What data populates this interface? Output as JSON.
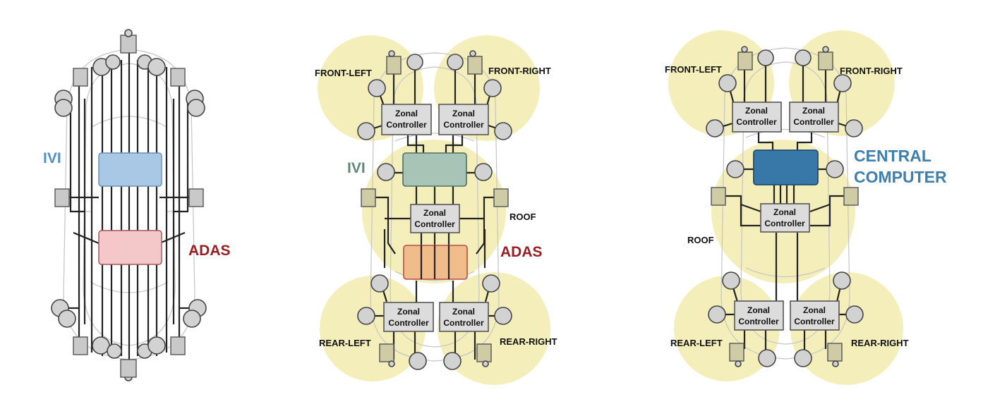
{
  "diagram": {
    "panel_left": {
      "ivi_label": "IVI",
      "adas_label": "ADAS",
      "colors": {
        "ivi": "#a9c8e6",
        "adas": "#f4c7c9"
      }
    },
    "panel_middle": {
      "ivi_label": "IVI",
      "adas_label": "ADAS",
      "front_left": "FRONT-LEFT",
      "front_right": "FRONT-RIGHT",
      "roof": "ROOF",
      "rear_left": "REAR-LEFT",
      "rear_right": "REAR-RIGHT",
      "zc_line1": "Zonal",
      "zc_line2": "Controller",
      "colors": {
        "ivi": "#a7c4b7",
        "adas": "#f0bd8a",
        "zone": "#f3eeb4"
      }
    },
    "panel_right": {
      "central_line1": "CENTRAL",
      "central_line2": "COMPUTER",
      "front_left": "FRONT-LEFT",
      "front_right": "FRONT-RIGHT",
      "roof": "ROOF",
      "rear_left": "REAR-LEFT",
      "rear_right": "REAR-RIGHT",
      "zc_line1": "Zonal",
      "zc_line2": "Controller",
      "colors": {
        "central": "#3878a8",
        "zone": "#f3eeb4"
      }
    }
  }
}
